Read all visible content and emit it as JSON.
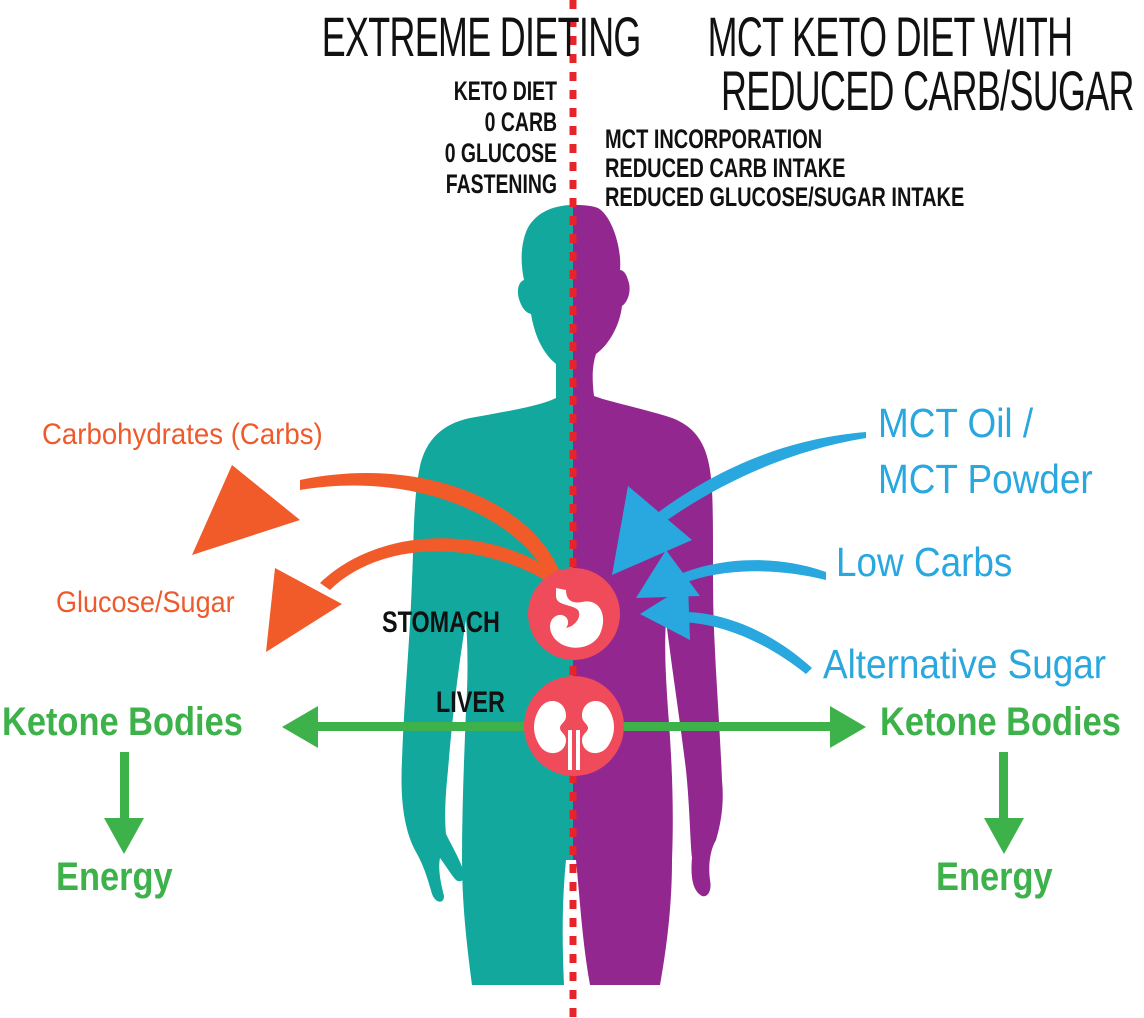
{
  "headings": {
    "left_title": "EXTREME DIETING",
    "right_title_line1": "MCT KETO DIET WITH",
    "right_title_line2": "REDUCED CARB/SUGAR"
  },
  "left_list": [
    "KETO DIET",
    "0 CARB",
    "0 GLUCOSE",
    "FASTENING"
  ],
  "right_list": [
    "MCT INCORPORATION",
    "REDUCED CARB INTAKE",
    "REDUCED GLUCOSE/SUGAR INTAKE"
  ],
  "outputs_left": {
    "carbs": "Carbohydrates (Carbs)",
    "glucose": "Glucose/Sugar"
  },
  "inputs_right": {
    "mct_line1": "MCT Oil /",
    "mct_line2": "MCT Powder",
    "low_carbs": "Low Carbs",
    "alt_sugar": "Alternative Sugar"
  },
  "organs": {
    "stomach": "STOMACH",
    "liver": "LIVER"
  },
  "results": {
    "ketone_left": "Ketone Bodies",
    "ketone_right": "Ketone Bodies",
    "energy_left": "Energy",
    "energy_right": "Energy"
  },
  "colors": {
    "left_body": "#13a89e",
    "right_body": "#92278f",
    "divider": "#e8242b",
    "organ_circle": "#ef4b5a",
    "carb_arrow": "#f15a29",
    "mct_arrow": "#29a7df",
    "ketone_arrow": "#3db24a"
  },
  "icons": {
    "stomach": "stomach-icon",
    "liver": "liver-icon"
  }
}
